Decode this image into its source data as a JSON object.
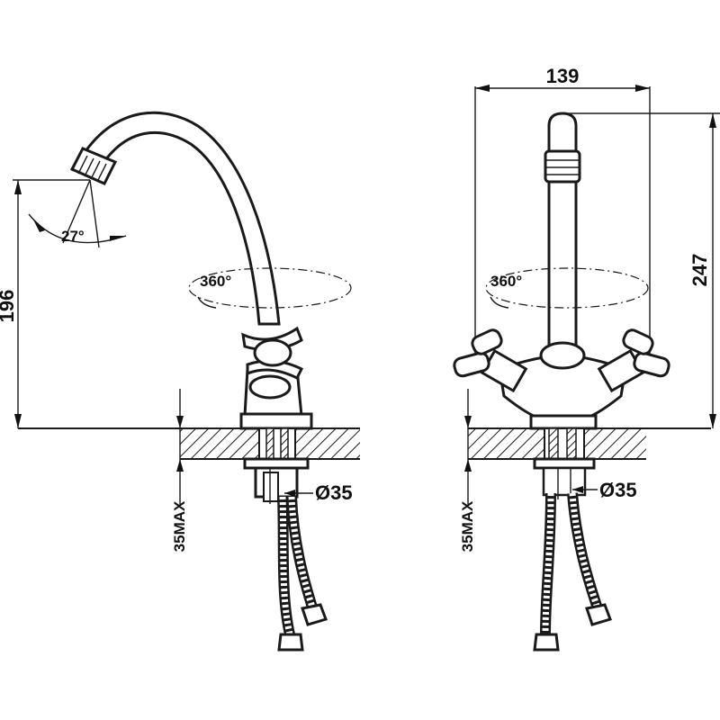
{
  "side_view": {
    "height_label": "196",
    "spray_angle_label": "27°",
    "swivel_label": "360°",
    "max_thickness_label": "35MAX",
    "hole_diameter_label": "Ø35"
  },
  "front_view": {
    "width_label": "139",
    "height_label": "247",
    "swivel_label": "360°",
    "max_thickness_label": "35MAX",
    "hole_diameter_label": "Ø35"
  }
}
